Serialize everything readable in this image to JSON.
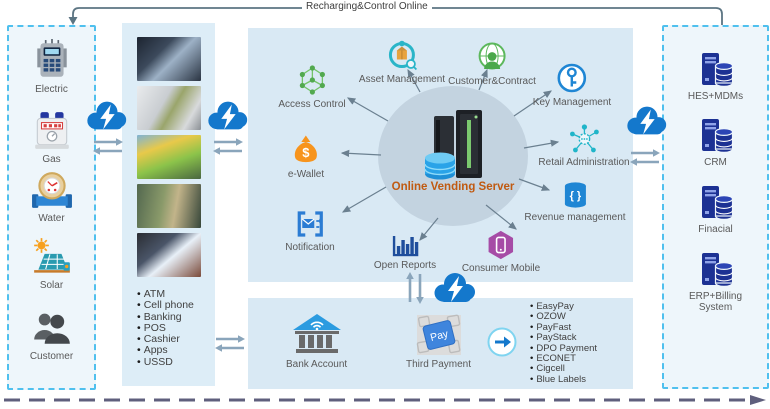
{
  "palette": {
    "cloud_blue": "#1478cc",
    "panel_blue": "#d9e9f4",
    "photo_panel_blue": "#ddedf7",
    "dashed_border_cyan": "#4fc0ee",
    "dashed_box_fill": "#eef6fb",
    "server_label_orange": "#c05a11",
    "label_gray": "#595959",
    "arrow_steel": "#8aa5bb",
    "radial_arrow_gray": "#6b8090",
    "bottom_dash_slate": "#5f5f7d",
    "backend_navy": "#1c3193"
  },
  "top_connector": {
    "label": "Recharging&Control Online"
  },
  "sources": {
    "items": [
      "Electric",
      "Gas",
      "Water",
      "Solar",
      "Customer"
    ]
  },
  "channels": {
    "items": [
      "ATM",
      "Cell phone",
      "Banking",
      "POS",
      "Cashier",
      "Apps",
      "USSD"
    ]
  },
  "server": {
    "label": "Online Vending Server",
    "features": [
      "Access Control",
      "Asset Management",
      "Customer&Contract",
      "Key Management",
      "Retail Administration",
      "Revenue management",
      "e-Wallet",
      "Notification",
      "Open Reports",
      "Consumer Mobile"
    ]
  },
  "payments": {
    "bank_label": "Bank Account",
    "third_party_label": "Third Payment",
    "pay_key_label": "Pay",
    "providers": [
      "EasyPay",
      "OZOW",
      "PayFast",
      "PayStack",
      "DPO Payment",
      "ECONET",
      "Cigcell",
      "Blue Labels"
    ]
  },
  "backend": {
    "items": [
      "HES+MDMs",
      "CRM",
      "Finacial",
      "ERP+Billing System"
    ]
  }
}
